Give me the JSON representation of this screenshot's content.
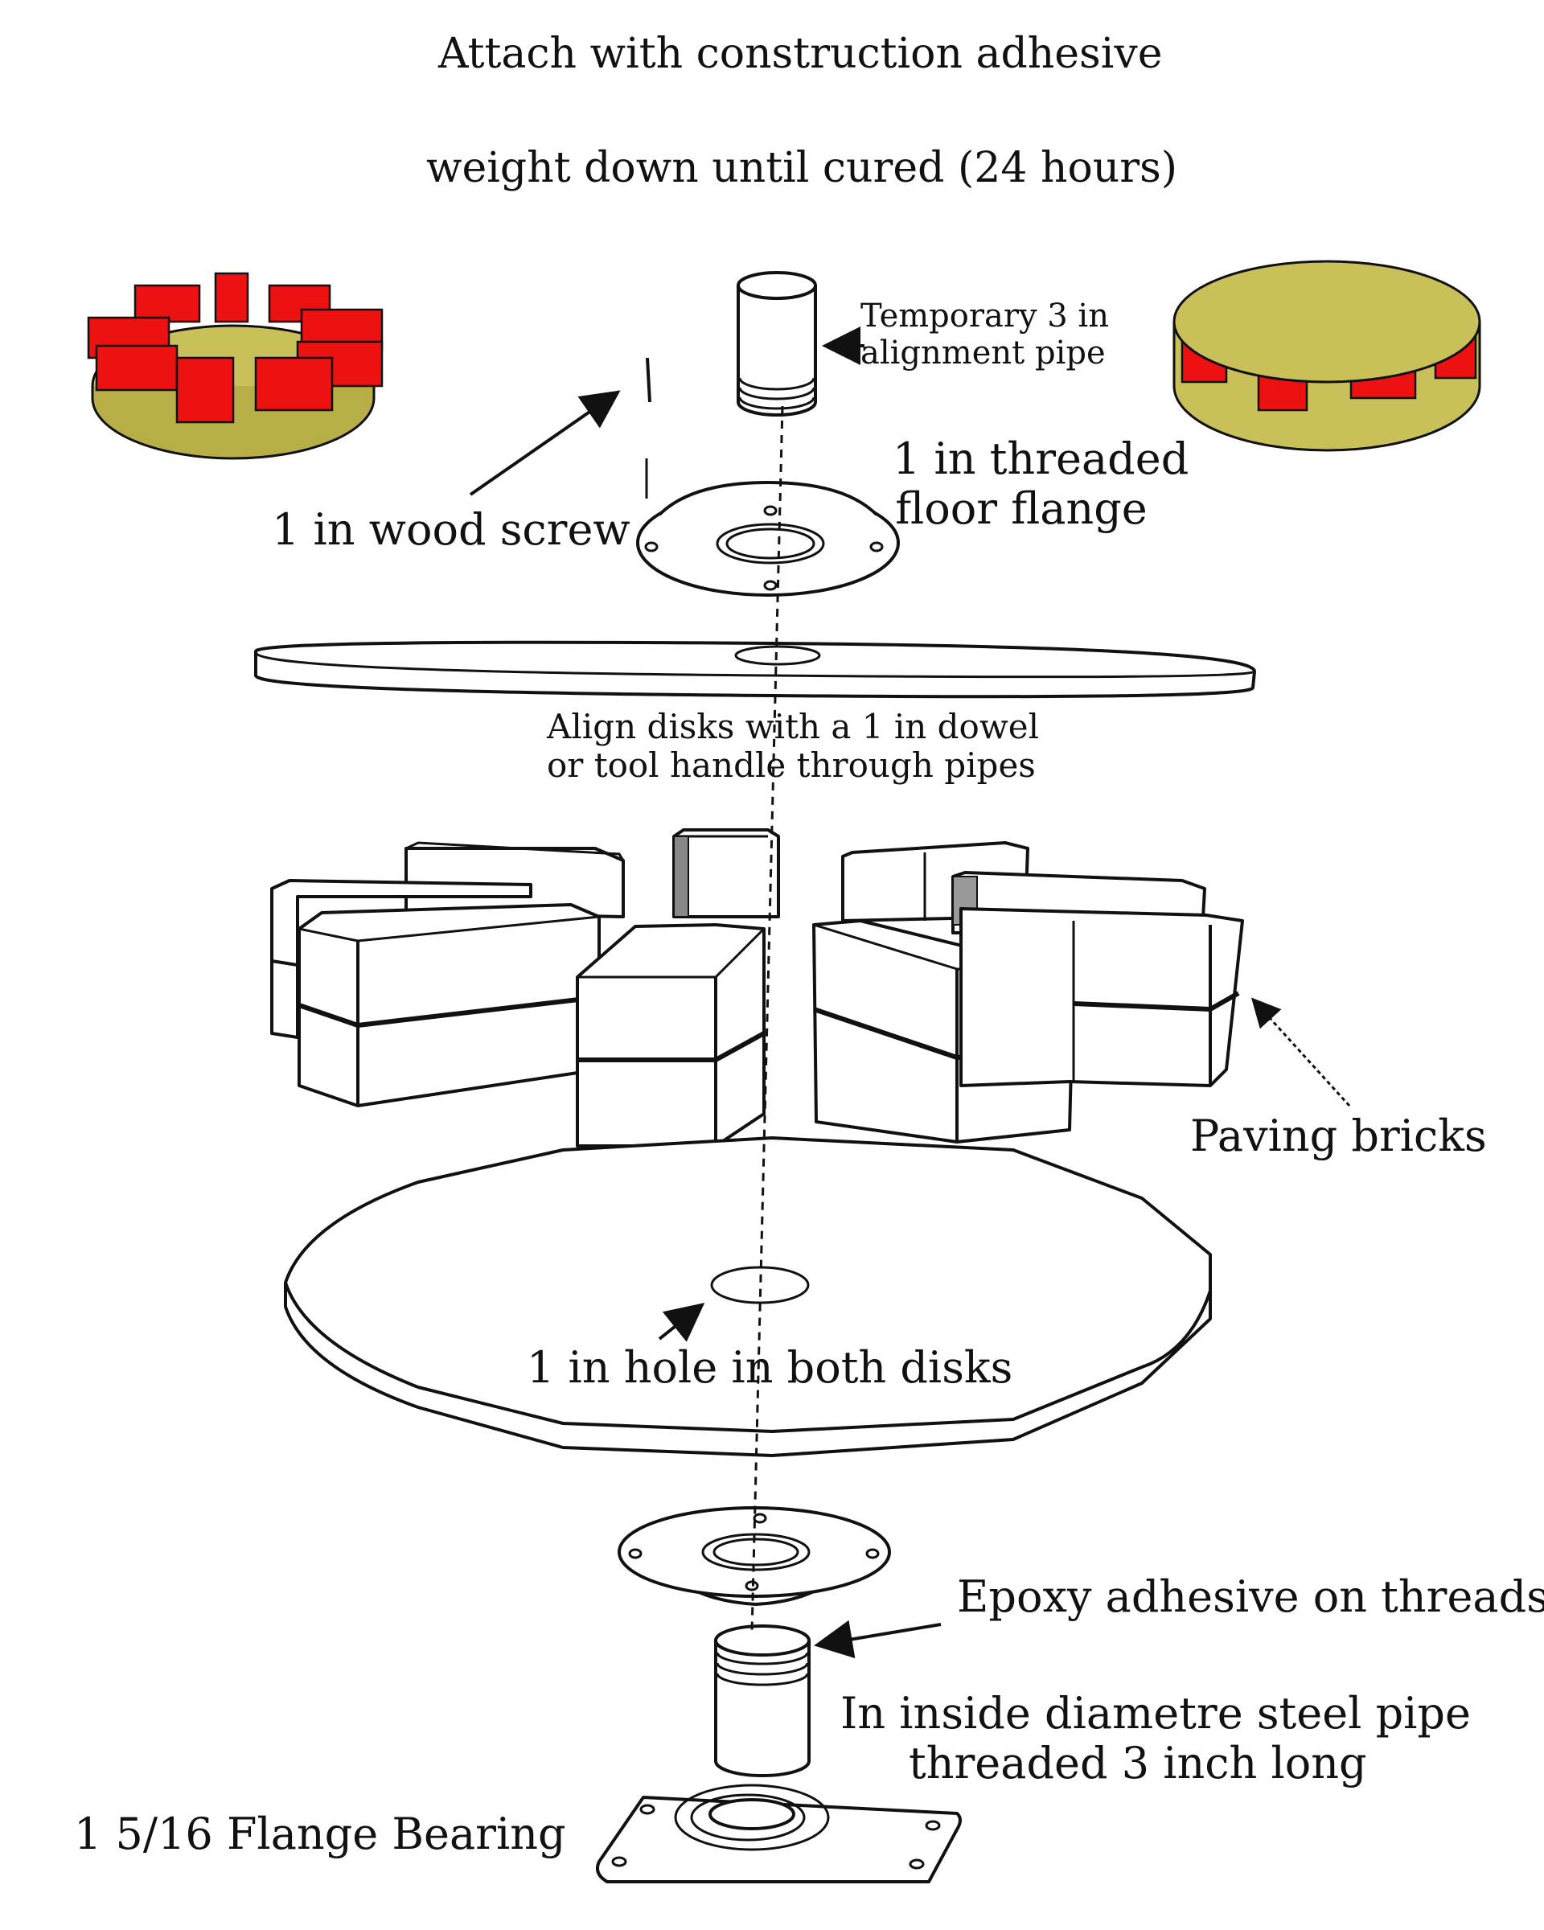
{
  "title": {
    "line1": "Attach with construction adhesive",
    "line2": "weight down until cured (24 hours)"
  },
  "labels": {
    "alignment_pipe": [
      "Temporary 3 in",
      "alignment pipe"
    ],
    "floor_flange": [
      "1 in threaded",
      "floor flange"
    ],
    "wood_screw": "1 in wood screw",
    "align_disks": [
      "Align disks with a 1 in dowel",
      "or tool handle through pipes"
    ],
    "paving_bricks": "Paving bricks",
    "hole": "1 in hole in both disks",
    "epoxy": "Epoxy adhesive on threads",
    "steel_pipe": [
      "In inside diametre steel pipe",
      "threaded  3 inch long"
    ],
    "flange_bearing": "1 5/16  Flange Bearing"
  },
  "colors": {
    "brick_red": "#ee1111",
    "disk_olive": "#c9c05a",
    "line": "#111111"
  }
}
